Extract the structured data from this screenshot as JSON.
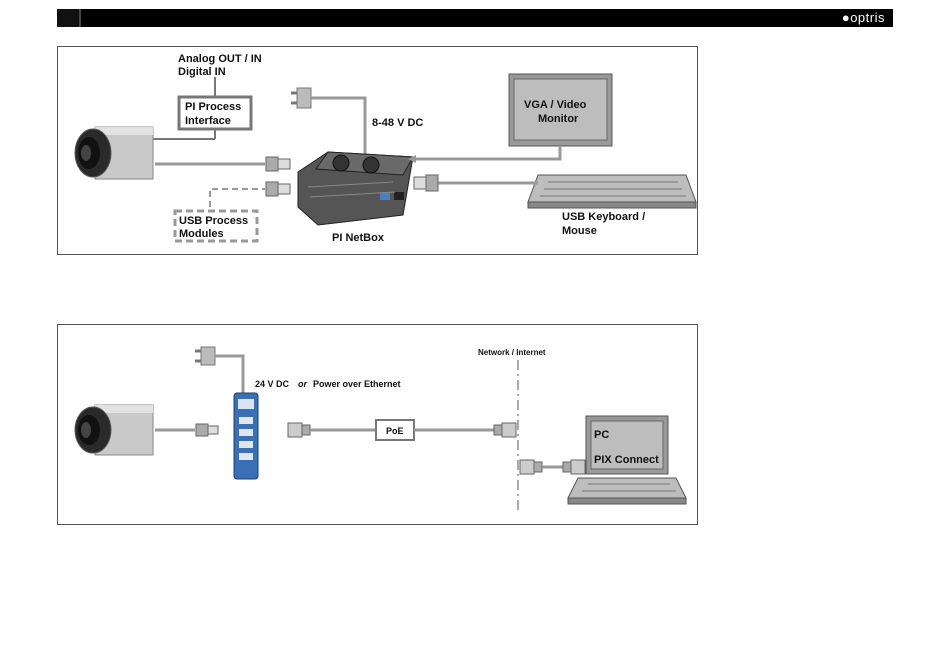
{
  "header": {
    "logo_text": "optris",
    "bar_color": "#000000"
  },
  "diagram1": {
    "analog_label_line1": "Analog OUT / IN",
    "analog_label_line2": "Digital IN",
    "process_interface_line1": "PI Process",
    "process_interface_line2": "Interface",
    "power_label": "8-48 V DC",
    "monitor_line1": "VGA / Video",
    "monitor_line2": "Monitor",
    "usb_modules_line1": "USB Process",
    "usb_modules_line2": "Modules",
    "netbox_label": "PI NetBox",
    "keyboard_line1": "USB Keyboard /",
    "keyboard_line2": "Mouse"
  },
  "diagram2": {
    "network_label": "Network / Internet",
    "power_label_a": "24 V DC",
    "power_label_or": "or",
    "power_label_b": "Power over Ethernet",
    "poe_label": "PoE",
    "pc_label": "PC",
    "pix_label": "PIX Connect"
  }
}
